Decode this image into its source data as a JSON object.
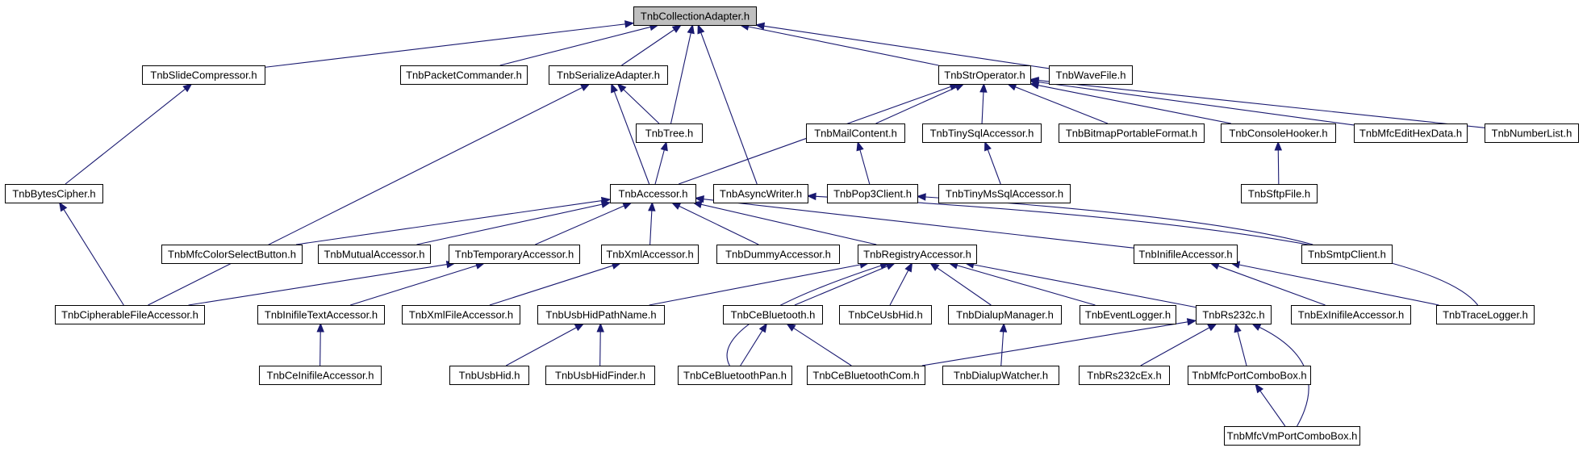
{
  "graph": {
    "colors": {
      "edge": "#191970",
      "root_fill": "#bfbfbf",
      "node_fill": "#ffffff",
      "border": "#000000"
    },
    "nodes": [
      {
        "id": "root",
        "label": "TnbCollectionAdapter.h",
        "root": true
      },
      {
        "id": "slidecomp",
        "label": "TnbSlideCompressor.h"
      },
      {
        "id": "packetcmd",
        "label": "TnbPacketCommander.h"
      },
      {
        "id": "serialadapter",
        "label": "TnbSerializeAdapter.h"
      },
      {
        "id": "stroperator",
        "label": "TnbStrOperator.h"
      },
      {
        "id": "wavefile",
        "label": "TnbWaveFile.h"
      },
      {
        "id": "tree",
        "label": "TnbTree.h"
      },
      {
        "id": "mailcontent",
        "label": "TnbMailContent.h"
      },
      {
        "id": "tinysql",
        "label": "TnbTinySqlAccessor.h"
      },
      {
        "id": "bitmapportable",
        "label": "TnbBitmapPortableFormat.h"
      },
      {
        "id": "consolehooker",
        "label": "TnbConsoleHooker.h"
      },
      {
        "id": "mfcedithex",
        "label": "TnbMfcEditHexData.h"
      },
      {
        "id": "numberlist",
        "label": "TnbNumberList.h"
      },
      {
        "id": "bytescipher",
        "label": "TnbBytesCipher.h"
      },
      {
        "id": "accessor",
        "label": "TnbAccessor.h"
      },
      {
        "id": "asyncwriter",
        "label": "TnbAsyncWriter.h"
      },
      {
        "id": "pop3client",
        "label": "TnbPop3Client.h"
      },
      {
        "id": "tinymssql",
        "label": "TnbTinyMsSqlAccessor.h"
      },
      {
        "id": "sftpfile",
        "label": "TnbSftpFile.h"
      },
      {
        "id": "mfccolorbtn",
        "label": "TnbMfcColorSelectButton.h"
      },
      {
        "id": "mutualaccessor",
        "label": "TnbMutualAccessor.h"
      },
      {
        "id": "tempaccessor",
        "label": "TnbTemporaryAccessor.h"
      },
      {
        "id": "xmlaccessor",
        "label": "TnbXmlAccessor.h"
      },
      {
        "id": "dummyaccessor",
        "label": "TnbDummyAccessor.h"
      },
      {
        "id": "registryaccessor",
        "label": "TnbRegistryAccessor.h"
      },
      {
        "id": "inifileaccessor",
        "label": "TnbInifileAccessor.h"
      },
      {
        "id": "smtpclient",
        "label": "TnbSmtpClient.h"
      },
      {
        "id": "cipherable",
        "label": "TnbCipherableFileAccessor.h"
      },
      {
        "id": "inifiletext",
        "label": "TnbInifileTextAccessor.h"
      },
      {
        "id": "xmlfileaccessor",
        "label": "TnbXmlFileAccessor.h"
      },
      {
        "id": "usbhidpath",
        "label": "TnbUsbHidPathName.h"
      },
      {
        "id": "cebluetooth",
        "label": "TnbCeBluetooth.h"
      },
      {
        "id": "ceusbhid",
        "label": "TnbCeUsbHid.h"
      },
      {
        "id": "dialupmgr",
        "label": "TnbDialupManager.h"
      },
      {
        "id": "eventlogger",
        "label": "TnbEventLogger.h"
      },
      {
        "id": "rs232c",
        "label": "TnbRs232c.h"
      },
      {
        "id": "exinifile",
        "label": "TnbExInifileAccessor.h"
      },
      {
        "id": "tracelogger",
        "label": "TnbTraceLogger.h"
      },
      {
        "id": "ceinifile",
        "label": "TnbCeInifileAccessor.h"
      },
      {
        "id": "usbhid",
        "label": "TnbUsbHid.h"
      },
      {
        "id": "usbhidfinder",
        "label": "TnbUsbHidFinder.h"
      },
      {
        "id": "cebtpan",
        "label": "TnbCeBluetoothPan.h"
      },
      {
        "id": "cebtcom",
        "label": "TnbCeBluetoothCom.h"
      },
      {
        "id": "dialupwatcher",
        "label": "TnbDialupWatcher.h"
      },
      {
        "id": "rs232cex",
        "label": "TnbRs232cEx.h"
      },
      {
        "id": "mfcportcombo",
        "label": "TnbMfcPortComboBox.h"
      },
      {
        "id": "mfcvmportcombo",
        "label": "TnbMfcVmPortComboBox.h"
      }
    ],
    "edges": [
      {
        "from": "slidecomp",
        "to": "root"
      },
      {
        "from": "packetcmd",
        "to": "root"
      },
      {
        "from": "serialadapter",
        "to": "root"
      },
      {
        "from": "stroperator",
        "to": "root"
      },
      {
        "from": "wavefile",
        "to": "root"
      },
      {
        "from": "tree",
        "to": "root"
      },
      {
        "from": "asyncwriter",
        "to": "root"
      },
      {
        "from": "bytescipher",
        "to": "slidecomp"
      },
      {
        "from": "cipherable",
        "to": "bytescipher"
      },
      {
        "from": "cipherable",
        "to": "serialadapter"
      },
      {
        "from": "tree",
        "to": "serialadapter"
      },
      {
        "from": "accessor",
        "to": "serialadapter"
      },
      {
        "from": "accessor",
        "to": "tree"
      },
      {
        "from": "accessor",
        "to": "stroperator"
      },
      {
        "from": "mailcontent",
        "to": "stroperator"
      },
      {
        "from": "tinysql",
        "to": "stroperator"
      },
      {
        "from": "bitmapportable",
        "to": "stroperator"
      },
      {
        "from": "consolehooker",
        "to": "stroperator"
      },
      {
        "from": "mfcedithex",
        "to": "stroperator"
      },
      {
        "from": "numberlist",
        "to": "stroperator"
      },
      {
        "from": "pop3client",
        "to": "mailcontent"
      },
      {
        "from": "tinymssql",
        "to": "tinysql"
      },
      {
        "from": "sftpfile",
        "to": "consolehooker"
      },
      {
        "from": "mfccolorbtn",
        "to": "accessor"
      },
      {
        "from": "mutualaccessor",
        "to": "accessor"
      },
      {
        "from": "tempaccessor",
        "to": "accessor"
      },
      {
        "from": "xmlaccessor",
        "to": "accessor"
      },
      {
        "from": "dummyaccessor",
        "to": "accessor"
      },
      {
        "from": "registryaccessor",
        "to": "accessor"
      },
      {
        "from": "inifileaccessor",
        "to": "accessor"
      },
      {
        "from": "tracelogger",
        "to": "asyncwriter"
      },
      {
        "from": "smtpclient",
        "to": "pop3client"
      },
      {
        "from": "cipherable",
        "to": "tempaccessor"
      },
      {
        "from": "inifiletext",
        "to": "tempaccessor"
      },
      {
        "from": "xmlfileaccessor",
        "to": "xmlaccessor"
      },
      {
        "from": "usbhidpath",
        "to": "registryaccessor"
      },
      {
        "from": "cebtpan",
        "to": "registryaccessor"
      },
      {
        "from": "cebluetooth",
        "to": "registryaccessor"
      },
      {
        "from": "ceusbhid",
        "to": "registryaccessor"
      },
      {
        "from": "dialupmgr",
        "to": "registryaccessor"
      },
      {
        "from": "eventlogger",
        "to": "registryaccessor"
      },
      {
        "from": "rs232c",
        "to": "registryaccessor"
      },
      {
        "from": "exinifile",
        "to": "inifileaccessor"
      },
      {
        "from": "tracelogger",
        "to": "inifileaccessor"
      },
      {
        "from": "ceinifile",
        "to": "inifiletext"
      },
      {
        "from": "usbhid",
        "to": "usbhidpath"
      },
      {
        "from": "usbhidfinder",
        "to": "usbhidpath"
      },
      {
        "from": "cebtpan",
        "to": "cebluetooth"
      },
      {
        "from": "cebtcom",
        "to": "cebluetooth"
      },
      {
        "from": "cebtcom",
        "to": "rs232c"
      },
      {
        "from": "dialupwatcher",
        "to": "dialupmgr"
      },
      {
        "from": "rs232cex",
        "to": "rs232c"
      },
      {
        "from": "mfcportcombo",
        "to": "rs232c"
      },
      {
        "from": "mfcvmportcombo",
        "to": "rs232c"
      },
      {
        "from": "mfcvmportcombo",
        "to": "mfcportcombo"
      }
    ]
  }
}
